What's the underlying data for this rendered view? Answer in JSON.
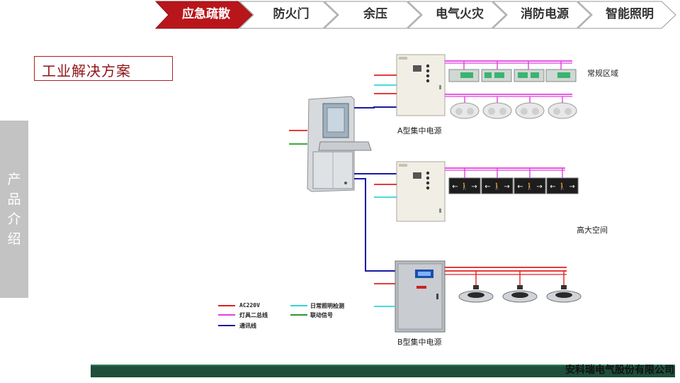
{
  "nav": {
    "tabs": [
      {
        "label": "应急疏散",
        "active": true
      },
      {
        "label": "防火门",
        "active": false
      },
      {
        "label": "余压",
        "active": false
      },
      {
        "label": "电气火灾",
        "active": false
      },
      {
        "label": "消防电源",
        "active": false
      },
      {
        "label": "智能照明",
        "active": false
      }
    ],
    "active_color": "#b8161b",
    "inactive_color": "#ffffff",
    "active_text_color": "#ffffff",
    "inactive_text_color": "#ffffff"
  },
  "title": "工业解决方案",
  "side_tab": {
    "chars": [
      "产",
      "品",
      "介",
      "绍"
    ]
  },
  "diagram": {
    "area_labels": {
      "normal": "常规区域",
      "high": "高大空间"
    },
    "power_labels": {
      "a_type": "A型集中电源",
      "b_type": "B型集中电源"
    },
    "legend": [
      {
        "label": "AC220V",
        "color": "#e02020"
      },
      {
        "label": "日常照明检测",
        "color": "#33d6d6"
      },
      {
        "label": "灯具二总线",
        "color": "#e040e0"
      },
      {
        "label": "联动信号",
        "color": "#2a9a2a"
      },
      {
        "label": "通讯线",
        "color": "#1a1aa8"
      }
    ],
    "colors": {
      "ac220v": "#e02020",
      "daily_check": "#33d6d6",
      "bus": "#e040e0",
      "signal": "#2a9a2a",
      "comm": "#1a1aa8"
    }
  },
  "footer": {
    "company": "安科瑞电气股份有限公司"
  }
}
